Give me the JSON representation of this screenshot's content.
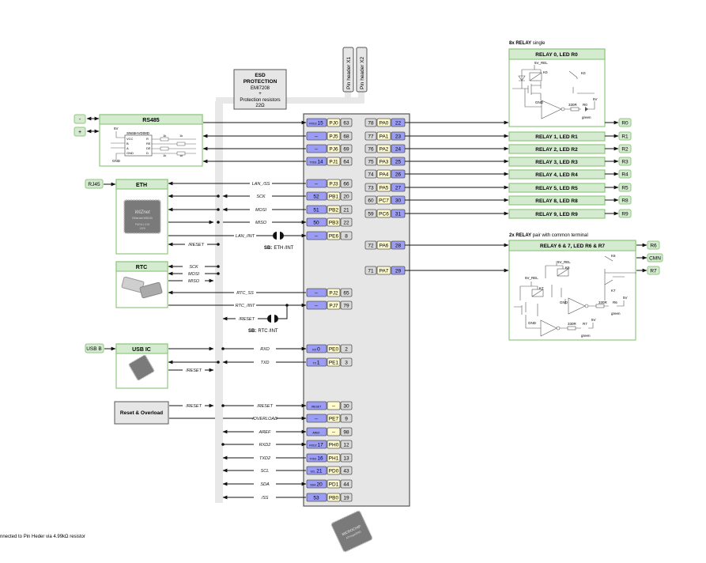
{
  "esd": {
    "line1": "ESD",
    "line2": "PROTECTION",
    "line3": "EMI7208",
    "line4": "+",
    "line5": "Protection resistors",
    "line6": "22Ω"
  },
  "pin_headers": [
    "Pin header X1",
    "Pin header X2"
  ],
  "left_blocks": {
    "rs485": {
      "title": "RS485",
      "chip": "SN65HVD08D",
      "pins_left": [
        "VCC",
        "B",
        "A",
        "GND"
      ],
      "pins_right": [
        "R",
        "RE",
        "DE",
        "D"
      ],
      "vcc": "5V",
      "gnd": "GND",
      "res": [
        "1k",
        "1k",
        "1k",
        "1k"
      ],
      "terminals": [
        "-",
        "+"
      ]
    },
    "eth": {
      "title": "ETH",
      "connector": "RJ45",
      "chip_lines": [
        "WIZnet",
        "Ethernet W5100",
        "PARA1-018",
        "1320"
      ]
    },
    "rtc": {
      "title": "RTC"
    },
    "usb": {
      "title": "USB IC",
      "connector": "USB B"
    },
    "reset": {
      "title": "Reset & Overload"
    }
  },
  "signals": [
    {
      "label": "LAN_/SS"
    },
    {
      "label": "SCK"
    },
    {
      "label": "MOSI"
    },
    {
      "label": "MISO"
    },
    {
      "label": "LAN_/INT"
    },
    {
      "label": "/RESET"
    },
    {
      "label": "SCK"
    },
    {
      "label": "MOSI"
    },
    {
      "label": "MISO"
    },
    {
      "label": "RTC_SS"
    },
    {
      "label": "RTC_/INT"
    },
    {
      "label": "/RESET"
    },
    {
      "label": "RXD"
    },
    {
      "label": "TXD"
    },
    {
      "label": "/RESET"
    },
    {
      "label": "/RESET"
    },
    {
      "label": "/RESET"
    },
    {
      "label": "/OVERLOAD"
    },
    {
      "label": "AREF"
    },
    {
      "label": "RXD2"
    },
    {
      "label": "TXD2"
    },
    {
      "label": "SCL"
    },
    {
      "label": "SDA"
    },
    {
      "label": "/SS"
    }
  ],
  "solder_bridges": [
    {
      "label_b": "SB:",
      "label": "ETH /INT"
    },
    {
      "label_b": "SB:",
      "label": "RTC /INT"
    }
  ],
  "mcu": {
    "left_pins": [
      {
        "fn": "RXD3",
        "num": "15",
        "port": "PJ0",
        "pin": "63"
      },
      {
        "fn": "--",
        "num": "",
        "port": "PJ5",
        "pin": "68"
      },
      {
        "fn": "--",
        "num": "",
        "port": "PJ6",
        "pin": "69"
      },
      {
        "fn": "TXD3",
        "num": "14",
        "port": "PJ1",
        "pin": "64"
      },
      {
        "fn": "--",
        "num": "",
        "port": "PJ3",
        "pin": "66"
      },
      {
        "fn": "",
        "num": "52",
        "port": "PB1",
        "pin": "20"
      },
      {
        "fn": "",
        "num": "51",
        "port": "PB2",
        "pin": "21"
      },
      {
        "fn": "",
        "num": "50",
        "port": "PB3",
        "pin": "22"
      },
      {
        "fn": "--",
        "num": "",
        "port": "PE6",
        "pin": "8"
      },
      {
        "fn": "--",
        "num": "",
        "port": "PJ2",
        "pin": "65"
      },
      {
        "fn": "--",
        "num": "",
        "port": "PJ7",
        "pin": "79"
      },
      {
        "fn": "RX",
        "num": "0",
        "port": "PE0",
        "pin": "2"
      },
      {
        "fn": "TX",
        "num": "1",
        "port": "PE1",
        "pin": "3"
      },
      {
        "fn": "/RESET",
        "num": "",
        "port": "--",
        "pin": "30"
      },
      {
        "fn": "--",
        "num": "",
        "port": "PE7",
        "pin": "9"
      },
      {
        "fn": "AREF",
        "num": "",
        "port": "--",
        "pin": "98"
      },
      {
        "fn": "RXD2",
        "num": "17",
        "port": "PH0",
        "pin": "12"
      },
      {
        "fn": "TXD2",
        "num": "16",
        "port": "PH1",
        "pin": "13"
      },
      {
        "fn": "SCL",
        "num": "21",
        "port": "PD0",
        "pin": "43"
      },
      {
        "fn": "SDA",
        "num": "20",
        "port": "PD1",
        "pin": "44"
      },
      {
        "fn": "",
        "num": "53",
        "port": "PB0",
        "pin": "19"
      }
    ],
    "right_pins": [
      {
        "pin": "78",
        "port": "PA0",
        "num": "22"
      },
      {
        "pin": "77",
        "port": "PA1",
        "num": "23"
      },
      {
        "pin": "76",
        "port": "PA2",
        "num": "24"
      },
      {
        "pin": "75",
        "port": "PA3",
        "num": "25"
      },
      {
        "pin": "74",
        "port": "PA4",
        "num": "26"
      },
      {
        "pin": "73",
        "port": "PA5",
        "num": "27"
      },
      {
        "pin": "60",
        "port": "PC7",
        "num": "30"
      },
      {
        "pin": "59",
        "port": "PC6",
        "num": "31"
      },
      {
        "pin": "72",
        "port": "PA6",
        "num": "28"
      },
      {
        "pin": "71",
        "port": "PA7",
        "num": "29"
      }
    ],
    "chip_text": [
      "MICROCHIP",
      "ATmega2560"
    ]
  },
  "relays_single": {
    "heading_b": "8x RELAY",
    "heading": " single",
    "detail_title": "RELAY 0, LED R0",
    "detail": {
      "vrel": "5V_REL",
      "k": "K0",
      "gnd": "GND",
      "res": "330R",
      "led": "R0",
      "vcc": "5V",
      "color": "green"
    },
    "rows": [
      "RELAY 1, LED R1",
      "RELAY 2, LED R2",
      "RELAY 3, LED R3",
      "RELAY 4, LED R4",
      "RELAY 5, LED R5",
      "RELAY 8, LED R8",
      "RELAY 9, LED R9"
    ],
    "outputs": [
      "R0",
      "R1",
      "R2",
      "R3",
      "R4",
      "R5",
      "R8",
      "R9"
    ]
  },
  "relays_pair": {
    "heading_b": "2x RELAY",
    "heading": " pair with common terminal",
    "title": "RELAY 6 & 7, LED R6 & R7",
    "outputs": [
      "R6",
      "CMN",
      "R7"
    ],
    "detail": {
      "vrel": "5V_REL",
      "k6": "K6",
      "k7": "K7",
      "gnd": "GND",
      "res": "330R",
      "led6": "R6",
      "led7": "R7",
      "vcc": "5V",
      "color": "green"
    }
  },
  "footnote": "nnected to Pin Heder via 4.99kΩ resistor",
  "colors": {
    "block_green": "#d4ebd0",
    "block_border": "#8fc77f",
    "pin_blue": "#9a9cf5",
    "pin_yellow": "#fffbcc",
    "pin_gray": "#d9d9d9",
    "mcu_bg": "#e6e6e6",
    "bus": "#e8e8e8"
  }
}
